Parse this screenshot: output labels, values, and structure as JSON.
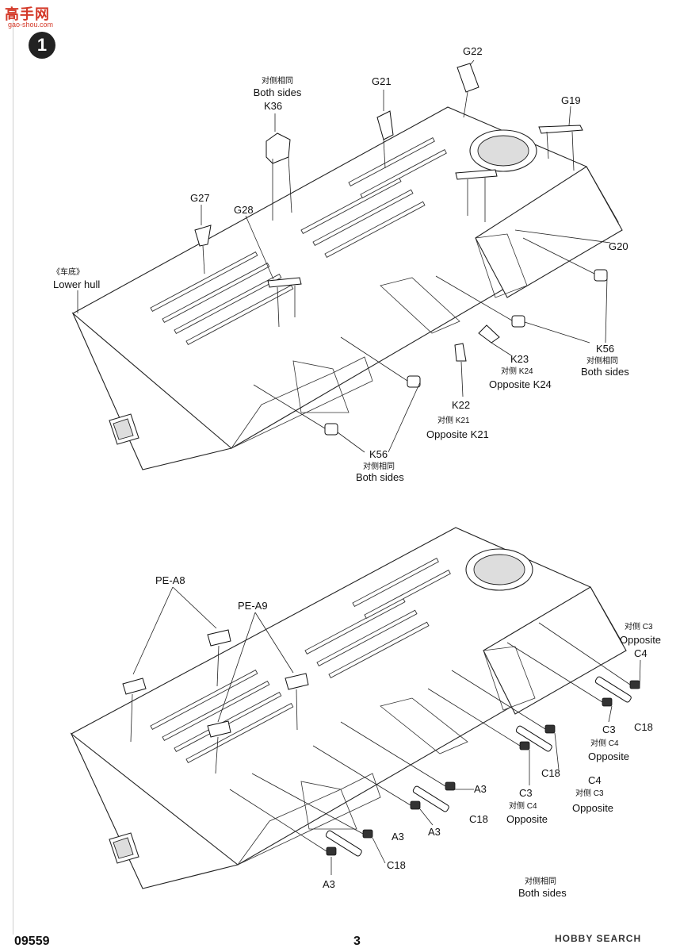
{
  "header": {
    "watermark": "高手网",
    "watermark_sub": "gao-shou.com",
    "step_number": "1"
  },
  "top_diagram": {
    "labels": {
      "k36_cn": "对侧相同",
      "k36_en": "Both sides",
      "k36": "K36",
      "g21": "G21",
      "g22": "G22",
      "g19": "G19",
      "g27": "G27",
      "g28": "G28",
      "g20": "G20",
      "lower_hull_cn": "《车底》",
      "lower_hull_en": "Lower hull",
      "k23": "K23",
      "k23_cn": "对侧  K24",
      "k23_en": "Opposite K24",
      "k56_right": "K56",
      "k56_right_cn": "对侧相同",
      "k56_right_en": "Both sides",
      "k22": "K22",
      "k22_cn": "对侧  K21",
      "k22_en": "Opposite K21",
      "k56_bottom": "K56",
      "k56_bottom_cn": "对侧相同",
      "k56_bottom_en": "Both sides"
    }
  },
  "bottom_diagram": {
    "labels": {
      "pe_a8": "PE-A8",
      "pe_a9": "PE-A9",
      "c3_top_cn": "对侧  C3",
      "c3_top_en": "Opposite",
      "c4_top": "C4",
      "c18_r1": "C18",
      "c3_mid": "C3",
      "c3_mid_cn": "对侧 C4",
      "c3_mid_en": "Opposite",
      "c18_r2": "C18",
      "c4_r2": "C4",
      "c3_r2": "C3",
      "c3_r2_cn": "对侧  C4",
      "c3_r2_en": "Opposite",
      "c4_r2_cn": "对侧  C3",
      "c4_r2_en": "Opposite",
      "a3_1": "A3",
      "c18_1": "C18",
      "a3_2": "A3",
      "a3_3": "A3",
      "c18_2": "C18",
      "a3_4": "A3",
      "both_cn": "对侧相同",
      "both_en": "Both sides"
    }
  },
  "footer": {
    "product_code": "09559",
    "page_number": "3",
    "brand": "HOBBY SEARCH"
  }
}
